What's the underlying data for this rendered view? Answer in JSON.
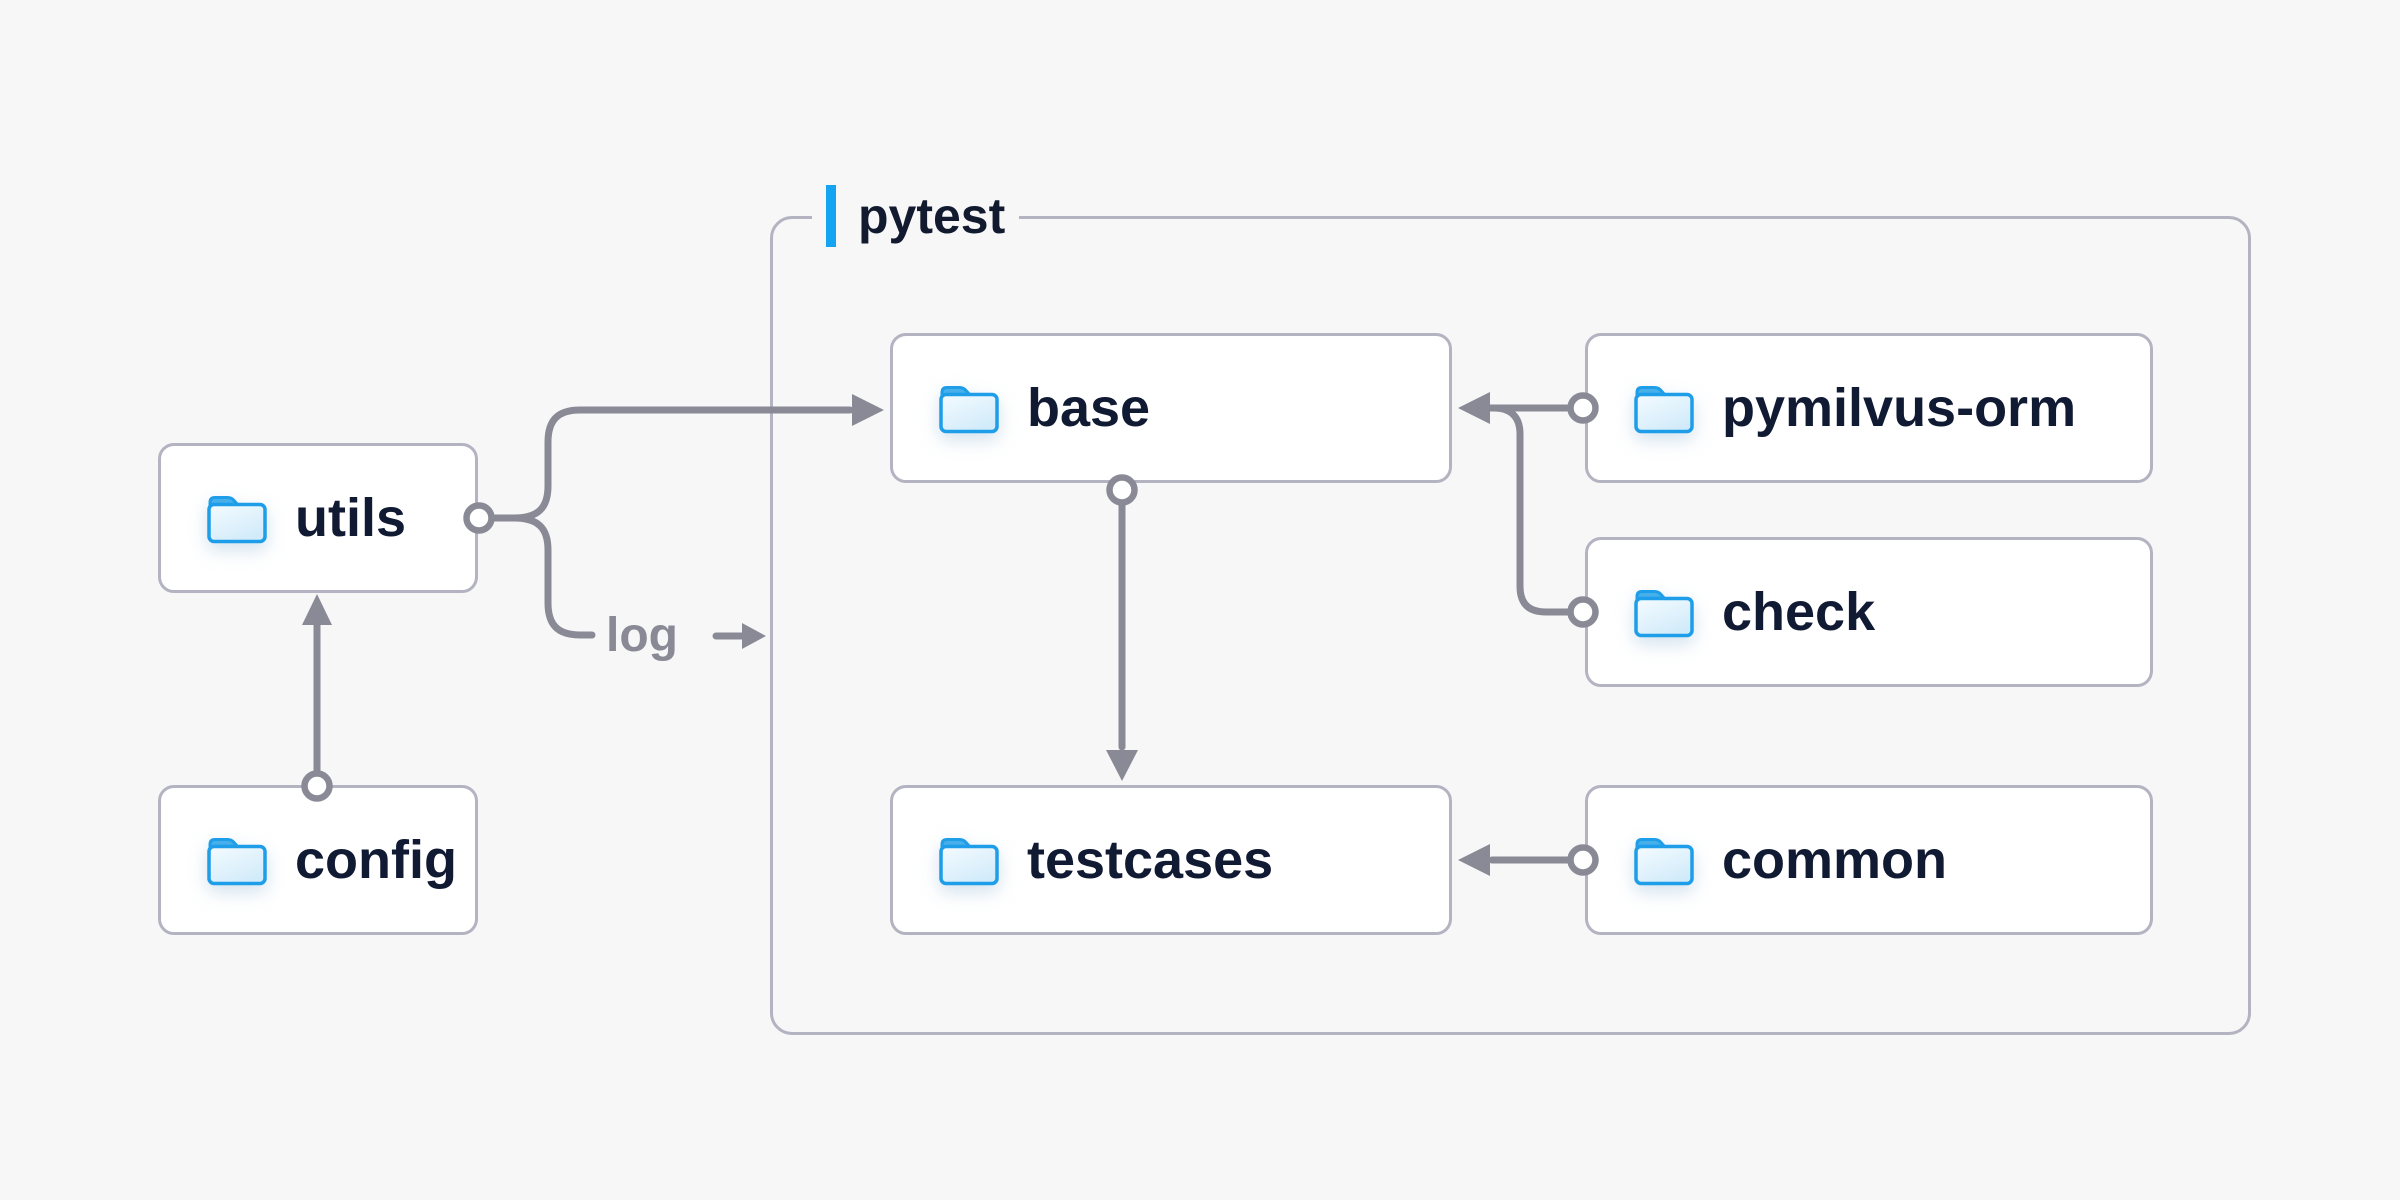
{
  "diagram": {
    "background": "#F7F7F8",
    "group": {
      "label": "pytest",
      "accent_color": "#15A4F1"
    },
    "nodes": {
      "utils": {
        "label": "utils",
        "icon": "folder-icon"
      },
      "config": {
        "label": "config",
        "icon": "folder-icon"
      },
      "base": {
        "label": "base",
        "icon": "folder-icon"
      },
      "testcases": {
        "label": "testcases",
        "icon": "folder-icon"
      },
      "pymilvus_orm": {
        "label": "pymilvus-orm",
        "icon": "folder-icon"
      },
      "check": {
        "label": "check",
        "icon": "folder-icon"
      },
      "common": {
        "label": "common",
        "icon": "folder-icon"
      }
    },
    "edges": [
      {
        "from": "config",
        "to": "utils"
      },
      {
        "from": "utils",
        "to": "base"
      },
      {
        "from": "utils",
        "to": "pytest-group",
        "label": "log"
      },
      {
        "from": "pymilvus-orm",
        "to": "base"
      },
      {
        "from": "check",
        "to": "base"
      },
      {
        "from": "base",
        "to": "testcases"
      },
      {
        "from": "common",
        "to": "testcases"
      }
    ],
    "edge_labels": {
      "log": "log"
    },
    "colors": {
      "node_bg": "#FFFFFF",
      "box_border": "#B3B3C1",
      "edge_gray": "#8A8A96",
      "text_navy": "#101A33",
      "folder_stroke": "#1E9DE8",
      "folder_tab": "#47AFEA",
      "accent_blue": "#15A4F1"
    }
  }
}
